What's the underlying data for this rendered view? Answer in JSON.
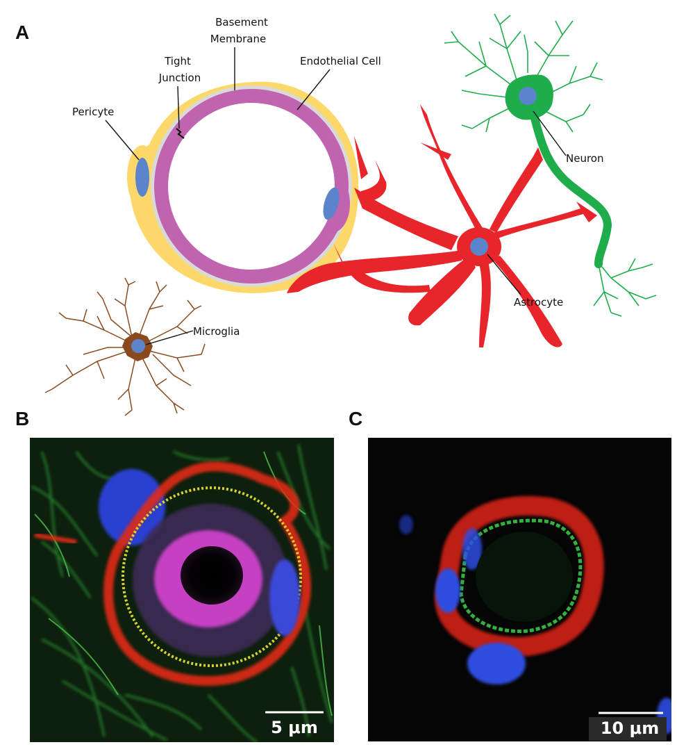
{
  "panels": {
    "a": "A",
    "b": "B",
    "c": "C"
  },
  "labels": {
    "basement_membrane_line1": "Basement",
    "basement_membrane_line2": "Membrane",
    "tight_junction_line1": "Tight",
    "tight_junction_line2": "Junction",
    "endothelial_cell": "Endothelial Cell",
    "pericyte": "Pericyte",
    "neuron": "Neuron",
    "astrocyte": "Astrocyte",
    "microglia": "Microglia"
  },
  "scale_bars": {
    "b": "5 μm",
    "c": "10 μm"
  },
  "colors": {
    "basement_membrane": "#fcd86a",
    "endothelium": "#c064b0",
    "gap": "#d9d9d9",
    "nucleus": "#5b84cc",
    "astrocyte": "#e8252b",
    "neuron": "#1fac4a",
    "microglia": "#8a4a1e"
  }
}
